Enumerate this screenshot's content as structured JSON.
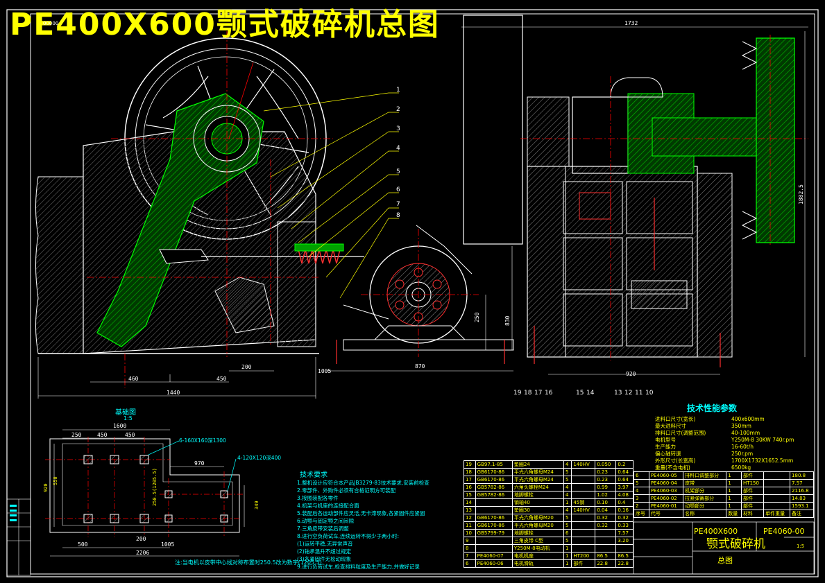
{
  "title": "PE400X600颚式破碎机总图",
  "corner_tag": "00000",
  "dimensions": {
    "main_width": "1440",
    "d460": "460",
    "d450": "450",
    "d200": "200",
    "side_1732": "1732",
    "side_1882": "1882.5",
    "side_920": "920",
    "motor_870": "870",
    "motor_1005": "1005",
    "motor_250": "250",
    "motor_830": "830",
    "f_1600": "1600",
    "f_250": "250",
    "f_450a": "450",
    "f_450b": "450",
    "f_970": "970",
    "f_500": "500",
    "f_200": "200",
    "f_1005": "1005",
    "f_2206": "2206",
    "f_920": "920",
    "f_550": "550",
    "f_349": "349",
    "f_2505": "250.5(1205.5)",
    "hole1": "6-160X160深1300",
    "hole2": "4-120X120深400"
  },
  "callouts_top": [
    "1",
    "2",
    "3",
    "4",
    "5",
    "6",
    "7",
    "8"
  ],
  "callouts_bottom_left": [
    "19",
    "18",
    "17",
    "16"
  ],
  "callouts_bottom_mid": [
    "15",
    "14"
  ],
  "callouts_bottom_right": [
    "13",
    "12",
    "11",
    "10"
  ],
  "foundation": {
    "title": "基础图",
    "scale": "1:5"
  },
  "tech": {
    "title": "技术性能参数",
    "rows": [
      {
        "k": "进料口尺寸(宽长)",
        "v": "400x600mm"
      },
      {
        "k": "最大进料尺寸",
        "v": "350mm"
      },
      {
        "k": "排料口尺寸(调整范围)",
        "v": "40-100mm"
      },
      {
        "k": "电机型号",
        "v": "Y250M-8 30KW 740r.pm"
      },
      {
        "k": "生产能力",
        "v": "16-60t/h"
      },
      {
        "k": "偏心轴转速",
        "v": "250r.pm"
      },
      {
        "k": "外形尺寸(长宽高)",
        "v": "1700X1732X1652.5mm"
      },
      {
        "k": "重量(不含电机)",
        "v": "6500kg"
      }
    ]
  },
  "requirements": {
    "title": "技术要求",
    "lines": [
      "1.整机设计应符合本产品JB3279-83技术要求,安装前检查",
      "2.零部件、外购件必须有合格证明方可装配",
      "3.按图装配各零件",
      "4.机架与机座的连接配合面",
      "5.装配后各运动部件应灵活,无卡滞现象,各紧固件应紧固",
      "6.动颚与固定颚之间间隙",
      "7.三角皮带安装后调整",
      "8.进行空负荷试车,连续运转不得少于两小时:",
      "(1)运转平稳,无异常声音",
      "(2)轴承温升不超过规定",
      "(3)各紧固件无松动现象",
      "9.进行负荷试车,检查排料粒度及生产能力,并做好记录"
    ]
  },
  "note": "注:当电机以皮带中心线对称布置时250.5改为数字(1205.5).",
  "bom_left": [
    [
      "19",
      "GB97.1-85",
      "垫圈24",
      "4",
      "140HV",
      "0.050",
      "0.2"
    ],
    [
      "18",
      "GB6170-86",
      "平光六角螺母M24",
      "5",
      "",
      "0.23",
      "0.64"
    ],
    [
      "17",
      "GB6170-86",
      "平光六角螺母M24",
      "5",
      "",
      "0.23",
      "0.64"
    ],
    [
      "16",
      "GB5782-86",
      "六角头螺栓M24",
      "4",
      "",
      "0.99",
      "3.97"
    ],
    [
      "15",
      "GB5782-86",
      "地脚螺栓",
      "4",
      "",
      "1.02",
      "4.08"
    ],
    [
      "14",
      "",
      "销轴40",
      "1",
      "45钢",
      "0.10",
      "0.4"
    ],
    [
      "13",
      "",
      "垫圈30",
      "4",
      "140HV",
      "0.04",
      "0.16"
    ],
    [
      "12",
      "GB6170-86",
      "平光六角螺母M20",
      "5",
      "",
      "0.32",
      "0.32"
    ],
    [
      "11",
      "GB6170-86",
      "平光六角螺母M20",
      "5",
      "",
      "0.32",
      "0.33"
    ],
    [
      "10",
      "GB5799-79",
      "地脚螺栓",
      "6",
      "",
      "",
      "7.57"
    ],
    [
      "9",
      "",
      "三角皮带 C型",
      "5",
      "",
      "",
      "3.20"
    ],
    [
      "8",
      "",
      "Y250M-8电动机",
      "1",
      "",
      "",
      ""
    ],
    [
      "7",
      "PE4060-07",
      "电机机座",
      "1",
      "HT200",
      "86.5",
      "86.5"
    ],
    [
      "6",
      "PE4060-06",
      "电机滑轨",
      "1",
      "部件",
      "22.8",
      "22.8"
    ]
  ],
  "bom_right": [
    [
      "6",
      "PE4060-05",
      "排料口调整部分",
      "1",
      "部件",
      "",
      "180.8"
    ],
    [
      "5",
      "PE4060-04",
      "皮带",
      "1",
      "HT150",
      "",
      "7.57"
    ],
    [
      "4",
      "PE4060-03",
      "机架部分",
      "1",
      "部件",
      "",
      "2116.8"
    ],
    [
      "3",
      "PE4060-02",
      "拉紧弹簧部分",
      "1",
      "部件",
      "",
      "14.83"
    ],
    [
      "2",
      "PE4060-01",
      "动颚部分",
      "1",
      "部件",
      "",
      "1593.1"
    ]
  ],
  "bom_header": [
    "序号",
    "代号",
    "名称",
    "数量",
    "材料",
    "单件重量",
    "备注"
  ],
  "titleblock": {
    "model": "PE400X600",
    "code": "PE4060-00",
    "name": "颚式破碎机",
    "sub": "总图",
    "scale": "1:5"
  },
  "colors": {
    "yellow": "#ffff00",
    "green": "#00c000",
    "cyan": "#00ffff",
    "red": "#ff0000",
    "white": "#ffffff",
    "hatch": "#00a000"
  }
}
